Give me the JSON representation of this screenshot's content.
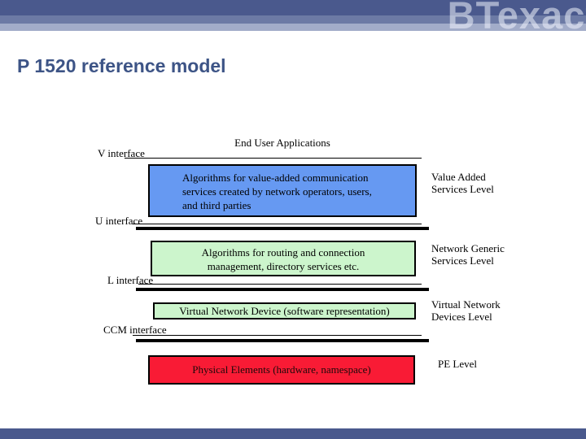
{
  "header": {
    "logo_text": "BTexact"
  },
  "title": "P 1520 reference model",
  "colors": {
    "header_navy": "#4a598d",
    "header_mid_band": "#6c7aa5",
    "header_light_band": "#a2acc9",
    "title_blue": "#3d5486",
    "box_blue": "#6699f2",
    "box_green": "#ccf5cc",
    "box_red": "#f91b35",
    "line_black": "#000000"
  },
  "diagram": {
    "top_label": "End User Applications",
    "interfaces": {
      "v": "V interface",
      "u": "U interface",
      "l": "L interface",
      "ccm": "CCM interface"
    },
    "boxes": {
      "value_added": {
        "line1": "Algorithms for value-added communication",
        "line2": "services created by network operators, users,",
        "line3": "and third parties"
      },
      "network_generic": {
        "line1": "Algorithms for routing and connection",
        "line2": "management, directory services etc."
      },
      "virtual_device": {
        "text": "Virtual Network Device (software representation)"
      },
      "physical": {
        "text": "Physical Elements (hardware, namespace)"
      }
    },
    "levels": {
      "value_added": {
        "line1": "Value Added",
        "line2": "Services Level"
      },
      "network_generic": {
        "line1": "Network Generic",
        "line2": "Services Level"
      },
      "virtual_devices": {
        "line1": "Virtual Network",
        "line2": "Devices Level"
      },
      "pe": {
        "text": "PE Level"
      }
    }
  }
}
